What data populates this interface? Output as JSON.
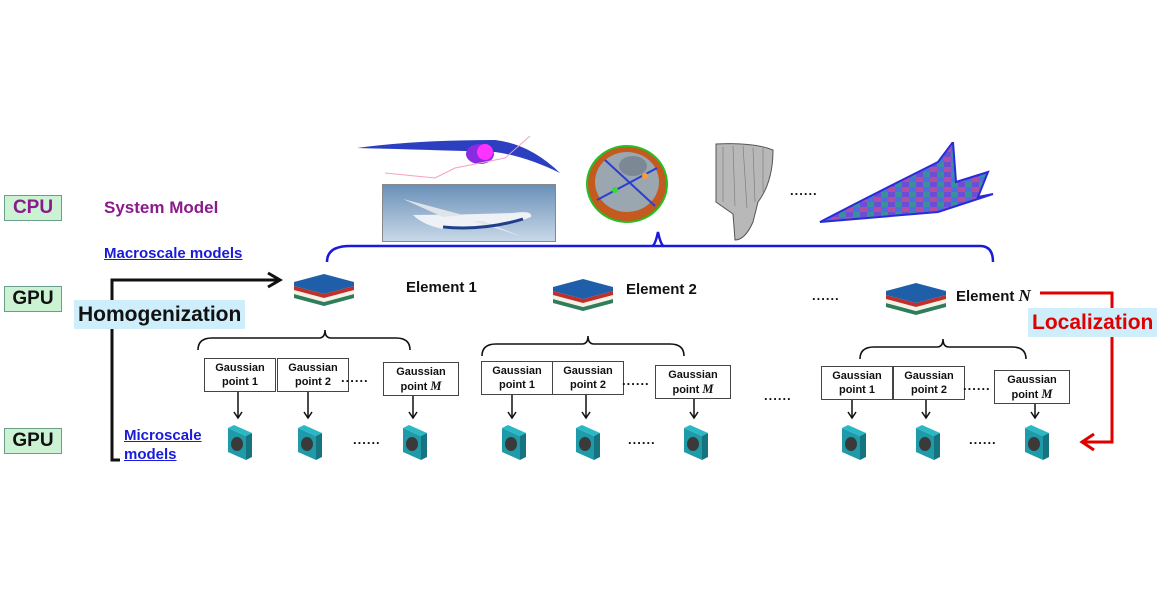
{
  "levels": {
    "cpu": "CPU",
    "gpu_macro": "GPU",
    "gpu_micro": "GPU"
  },
  "system_model_label": "System Model",
  "macroscale_label": "Macroscale models",
  "microscale_label_line1": "Microscale",
  "microscale_label_line2": "models",
  "homogenization_label": "Homogenization",
  "localization_label": "Localization",
  "ellipsis": "......",
  "system_models": [
    {
      "name": "wing-model-icon"
    },
    {
      "name": "aircraft-photo"
    },
    {
      "name": "capsule-model-icon"
    },
    {
      "name": "turbine-blade-model-icon"
    },
    {
      "name": "hypersonic-vehicle-model-icon"
    }
  ],
  "elements": [
    {
      "label": "Element 1",
      "label_italic": "",
      "gaussian_points": [
        {
          "line1": "Gaussian",
          "line2": "point 1",
          "italic": ""
        },
        {
          "line1": "Gaussian",
          "line2": "point 2",
          "italic": ""
        },
        {
          "line1": "Gaussian",
          "line2": "point ",
          "italic": "M"
        }
      ]
    },
    {
      "label": "Element 2",
      "label_italic": "",
      "gaussian_points": [
        {
          "line1": "Gaussian",
          "line2": "point 1",
          "italic": ""
        },
        {
          "line1": "Gaussian",
          "line2": "point 2",
          "italic": ""
        },
        {
          "line1": "Gaussian",
          "line2": "point ",
          "italic": "M"
        }
      ]
    },
    {
      "label": "Element ",
      "label_italic": "N",
      "gaussian_points": [
        {
          "line1": "Gaussian",
          "line2": "point 1",
          "italic": ""
        },
        {
          "line1": "Gaussian",
          "line2": "point 2",
          "italic": ""
        },
        {
          "line1": "Gaussian",
          "line2": "point ",
          "italic": "M"
        }
      ]
    }
  ],
  "colors": {
    "cpu_text": "#8b1a8b",
    "tag_bg": "#ccf2d4",
    "link_blue": "#1a1adb",
    "brace_blue": "#1a1adb",
    "highlight_bg": "#cdeefa",
    "localization_red": "#e00000",
    "laminate_blue": "#1f5ea8",
    "laminate_red": "#c0302a",
    "laminate_green": "#2e7d5b",
    "rve_teal": "#1f9aa8"
  }
}
